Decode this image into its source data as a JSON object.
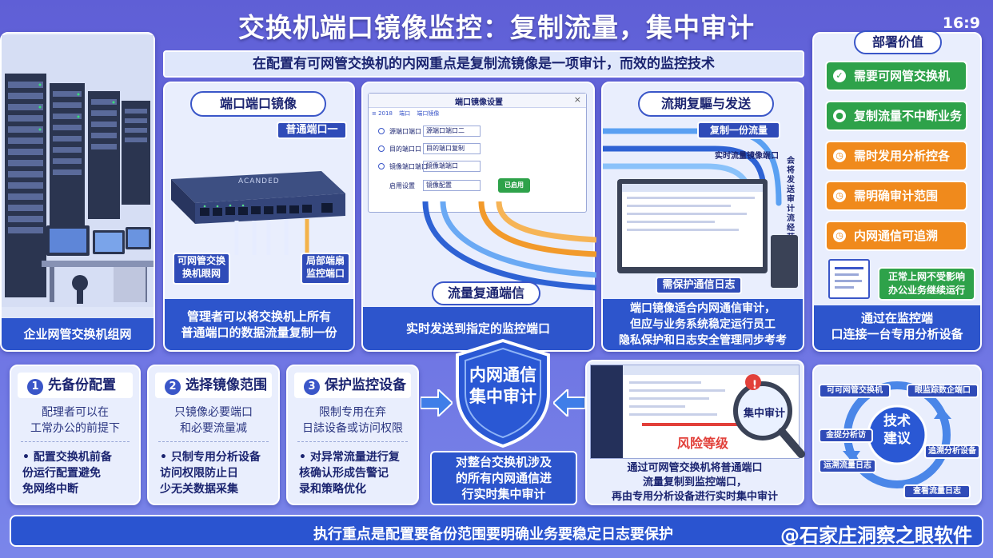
{
  "header": {
    "title": "交换机端口镜像监控：复制流量，集中审计",
    "ratio": "16:9",
    "subtitle": "在配置有可网管交换机的内网重点是复制流镜像是一项审计，而效的监控技术"
  },
  "left_panel": {
    "caption": "企业网管交换机组网"
  },
  "mirror_panel": {
    "title": "端口端口镜像",
    "port_label": "普通端口一",
    "switch_brand": "ACANDED",
    "tag_left": "可网管交换\n换机眼网",
    "tag_right": "局部端扇\n监控端口",
    "caption": "管理者可以将交换机上所有\n普通端口的数据流量复制一份"
  },
  "config_panel": {
    "window_title": "端口镜像设置",
    "tabs": [
      "≡ 2018",
      "端口",
      "端口镜像"
    ],
    "rows": [
      {
        "label": "源端口端口",
        "value": "源端口端口二"
      },
      {
        "label": "目的端口口",
        "value": "目的端口复制"
      },
      {
        "label": "镜像端口端口",
        "value": "镜像端端口"
      },
      {
        "label": "启用设置",
        "value": "镜像配置"
      }
    ],
    "enable_btn": "已启用",
    "flow_label": "流量复通端信",
    "caption": "实时发送到指定的监控端口"
  },
  "dup_panel": {
    "title": "流期复驅与发送",
    "copy_label": "复制一份流量",
    "realtime_label": "实时流量镜像端口",
    "vertical_label": "会将发送审计流经范围",
    "log_label": "需保护通信日志",
    "caption": "端口镜像适合内网通信审计，\n但应与业务系统稳定运行员工\n隐私保护和日志安全管理同步考考"
  },
  "value_panel": {
    "title": "部署价值",
    "items": [
      {
        "text": "需要可网管交换机",
        "color": "#2ea24a"
      },
      {
        "text": "复制流量不中断业务",
        "color": "#2ea24a"
      },
      {
        "text": "需时发用分析控各",
        "color": "#f08a1c"
      },
      {
        "text": "需明确审计范围",
        "color": "#f08a1c"
      },
      {
        "text": "内网通信可追溯",
        "color": "#f08a1c"
      }
    ],
    "doc_note": "正常上网不受影响\n办公业务继续运行",
    "caption": "通过在监控端\n口连接一台专用分析设备"
  },
  "steps": [
    {
      "no": "1",
      "title": "先备份配置",
      "body": "配理者可以在\n工常办公的前提下",
      "bullet": "• 配置交换机前备\n 份运行配置避免\n 免网络中断"
    },
    {
      "no": "2",
      "title": "选择镜像范围",
      "body": "只镜像必要端口\n和必要流量减",
      "bullet": "• 只制专用分析设备\n 访问权限防止日\n 少无关数据采集"
    },
    {
      "no": "3",
      "title": "保护监控设备",
      "body": "限制专用在弃\n日誌设备或访问权限",
      "bullet": "• 对异常流量进行复\n 核确认形成告警记\n 录和策略优化"
    }
  ],
  "shield": {
    "text": "内网通信\n集中审计",
    "caption": "对整台交换机涉及\n的所有内网通信进\n行实时集中审计"
  },
  "risk_panel": {
    "risk_label": "风险等级",
    "magnifier_label": "集中审计",
    "caption": "通过可网管交换机将普通端口\n流量复制到监控端口，\n再由专用分析设备进行实时集中审计"
  },
  "cycle": {
    "center": "技术\n建议",
    "labels": [
      "可可网管交换机",
      "眼监踪数企端口",
      "金捉分析访",
      "追溯分析设备",
      "运溯流量日志",
      "查看流量日志"
    ]
  },
  "footer": {
    "text": "执行重点是配置要备份范围要明确业务要稳定日志要保护",
    "watermark": "@石家庄洞察之眼软件"
  }
}
